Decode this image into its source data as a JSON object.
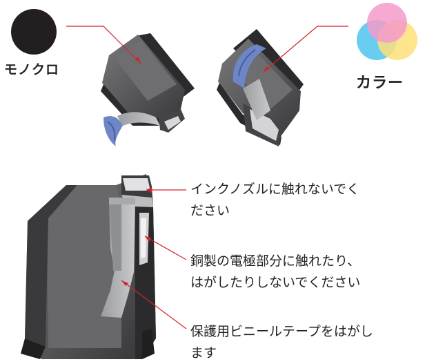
{
  "labels": {
    "monochrome": "モノクロ",
    "color": "カラー"
  },
  "callouts": {
    "nozzle_line1": "インクノズルに触れないでく",
    "nozzle_line2": "ださい",
    "contacts_line1": "銅製の電極部分に触れたり、",
    "contacts_line2": "はがしたりしないでください",
    "tape_line1": "保護用ビニールテープをはがし",
    "tape_line2": "ます"
  },
  "colors": {
    "leader": "#d2232a",
    "black_dot": "#231f20",
    "cyan": "#4fc3ee",
    "magenta": "#f49ac9",
    "yellow": "#fde07a",
    "cartridge_body": "#5c5c5f",
    "cartridge_dark": "#2b2b2d",
    "tape_blue": "#6f86c6"
  }
}
